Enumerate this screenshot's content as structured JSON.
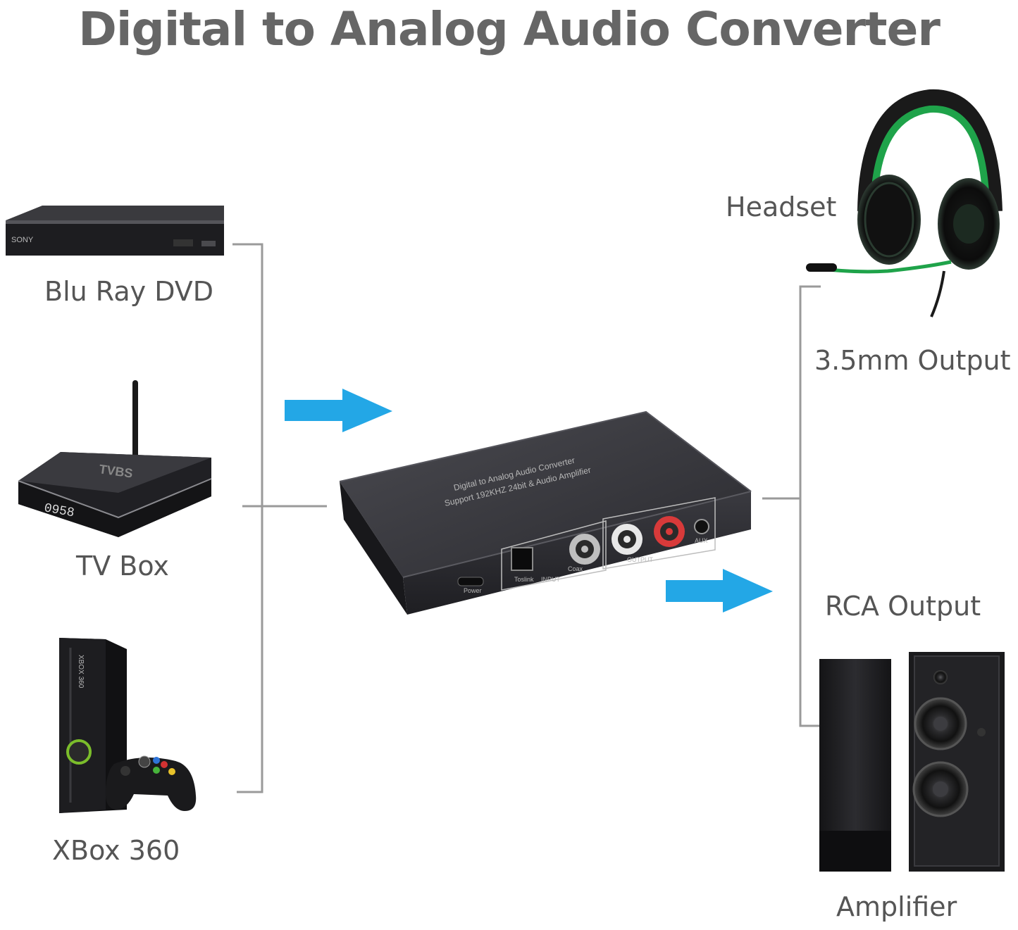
{
  "title": "Digital to Analog Audio Converter",
  "sources": [
    {
      "label": "Blu Ray DVD",
      "icon": "blu-ray-player-icon"
    },
    {
      "label": "TV Box",
      "icon": "tv-box-icon"
    },
    {
      "label": "XBox 360",
      "icon": "xbox-360-icon"
    }
  ],
  "device": {
    "line1": "Digital to Analog Audio Converter",
    "line2": "Support 192KHZ 24bit & Audio Amplifier",
    "ports": {
      "power": "Power",
      "toslink": "Toslink",
      "coax": "Coax",
      "input": "INPUT",
      "output": "OUTPUT",
      "aux": "AUX"
    },
    "brand_front": "SONY",
    "tvbox_display": "0958",
    "tvbox_logo": "TVBS",
    "xbox_logo": "XBOX 360"
  },
  "outputs": {
    "headset_label": "Headset",
    "jack_label": "3.5mm Output",
    "rca_label": "RCA Output",
    "amplifier_label": "Amplifier"
  },
  "colors": {
    "arrow": "#23a7e6",
    "line": "#9a9a9a",
    "device_body": "#2a2a2e",
    "headset_accent": "#1fa34a"
  }
}
